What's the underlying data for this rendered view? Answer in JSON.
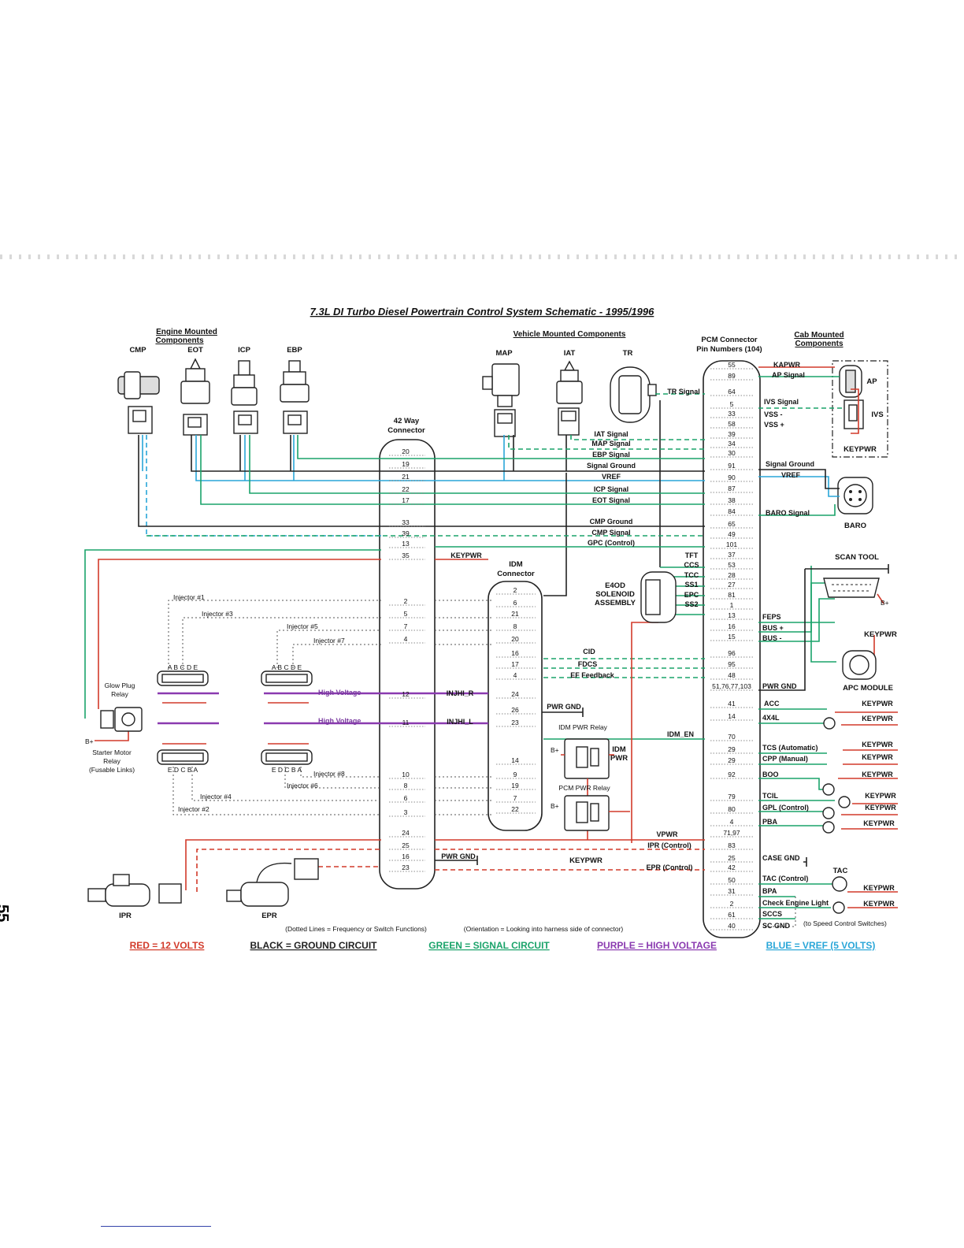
{
  "title": "7.3L DI Turbo Diesel Powertrain Control System Schematic - 1995/1996",
  "headers": {
    "engine": "Engine Mounted Components",
    "vehicle": "Vehicle Mounted Components",
    "pcm": "PCM Connector Pin Numbers (104)",
    "pcm_l1": "PCM Connector",
    "pcm_l2": "Pin Numbers (104)",
    "cab": "Cab Mounted Components",
    "cab_l1": "Cab Mounted",
    "cab_l2": "Components",
    "eng_l1": "Engine Mounted",
    "eng_l2": "Components",
    "way42_l1": "42 Way",
    "way42_l2": "Connector",
    "idm_l1": "IDM",
    "idm_l2": "Connector"
  },
  "components": {
    "cmp": "CMP",
    "eot": "EOT",
    "icp": "ICP",
    "ebp": "EBP",
    "map": "MAP",
    "iat": "IAT",
    "tr": "TR",
    "ap": "AP",
    "ivs": "IVS",
    "keypwr_cab": "KEYPWR",
    "baro": "BARO",
    "scan_tool": "SCAN TOOL",
    "apc_module": "APC MODULE",
    "e4od_l1": "E4OD",
    "e4od_l2": "SOLENOID",
    "e4od_l3": "ASSEMBLY",
    "glow_l1": "Glow Plug",
    "glow_l2": "Relay",
    "starter_l1": "Starter Motor",
    "starter_l2": "Relay",
    "starter_l3": "(Fusable Links)",
    "bplus": "B+",
    "ipr": "IPR",
    "epr": "EPR",
    "idm_pwr_relay": "IDM PWR Relay",
    "pcm_pwr_relay": "PCM PWR Relay",
    "idm_pwr_l1": "IDM",
    "idm_pwr_l2": "PWR",
    "tac": "TAC",
    "abc": "A B C D E",
    "edc": "E D C B A"
  },
  "injectors": [
    "Injector #1",
    "Injector #3",
    "Injector #5",
    "Injector #7",
    "Injector #8",
    "Injector #6",
    "Injector #4",
    "Injector #2"
  ],
  "high_voltage": "High Voltage",
  "way42_pins": [
    "20",
    "19",
    "21",
    "22",
    "17",
    "33",
    "39",
    "13",
    "35",
    "2",
    "5",
    "7",
    "4",
    "12",
    "11",
    "10",
    "8",
    "6",
    "3",
    "24",
    "25",
    "16",
    "23"
  ],
  "idm_pins": [
    "2",
    "6",
    "21",
    "8",
    "20",
    "16",
    "17",
    "4",
    "24",
    "26",
    "23",
    "14",
    "9",
    "19",
    "7",
    "22"
  ],
  "pcm_pins": [
    "55",
    "89",
    "64",
    "5",
    "33",
    "58",
    "39",
    "34",
    "30",
    "91",
    "90",
    "87",
    "38",
    "84",
    "65",
    "49",
    "101",
    "37",
    "53",
    "28",
    "27",
    "81",
    "1",
    "13",
    "16",
    "15",
    "96",
    "95",
    "48",
    "51,76,77,103",
    "41",
    "14",
    "70",
    "29",
    "29",
    "92",
    "79",
    "80",
    "4",
    "71,97",
    "83",
    "25",
    "42",
    "50",
    "31",
    "2",
    "61",
    "40"
  ],
  "signals_mid": {
    "tr_signal": "TR Signal",
    "iat_signal": "IAT Signal",
    "map_signal": "MAP Signal",
    "ebp_signal": "EBP Signal",
    "signal_ground": "Signal Ground",
    "vref": "VREF",
    "icp_signal": "ICP Signal",
    "eot_signal": "EOT Signal",
    "cmp_ground": "CMP Ground",
    "cmp_signal": "CMP Signal",
    "gpc": "GPC (Control)",
    "keypwr": "KEYPWR",
    "tft": "TFT",
    "ccs": "CCS",
    "tcc": "TCC",
    "ss1": "SS1",
    "epc": "EPC",
    "ss2": "SS2",
    "cid": "CID",
    "fdcs": "FDCS",
    "ef_feedback": "EF Feedback",
    "injhi_r": "INJHI_R",
    "injhi_l": "INJHI_L",
    "pwr_gnd": "PWR GND",
    "idm_en": "IDM_EN",
    "vpwr": "VPWR",
    "ipr_control": "IPR (Control)",
    "epr_control": "EPR (Control)",
    "keypwr_relay": "KEYPWR",
    "pwr_gnd2": "PWR GND"
  },
  "signals_right": {
    "kapwr": "KAPWR",
    "ap_signal": "AP Signal",
    "ivs_signal": "IVS Signal",
    "vss_minus": "VSS -",
    "vss_plus": "VSS +",
    "signal_ground": "Signal Ground",
    "vref": "VREF",
    "baro_signal": "BARO Signal",
    "feps": "FEPS",
    "bus_plus": "BUS +",
    "bus_minus": "BUS -",
    "pwr_gnd": "PWR GND",
    "acc": "ACC",
    "4x4l": "4X4L",
    "tcs": "TCS (Automatic)",
    "cpp": "CPP (Manual)",
    "boo": "BOO",
    "tcil": "TCIL",
    "gpl": "GPL (Control)",
    "pba": "PBA",
    "case_gnd": "CASE GND",
    "tac_control": "TAC (Control)",
    "bpa": "BPA",
    "cel": "Check Engine Light",
    "sccs": "SCCS",
    "sc_gnd": "SC GND",
    "speed_control": "(to Speed Control Switches)",
    "keypwr": "KEYPWR"
  },
  "notes": {
    "dotted": "(Dotted Lines = Frequency or Switch Functions)",
    "orientation": "(Orientation = Looking into harness side of connector)"
  },
  "legend": {
    "red": "RED = 12 VOLTS",
    "black": "BLACK = GROUND CIRCUIT",
    "green": "GREEN = SIGNAL CIRCUIT",
    "purple": "PURPLE = HIGH VOLTAGE",
    "blue": "BLUE = VREF (5 VOLTS)"
  },
  "colors": {
    "red": "#d23a2a",
    "black": "#222222",
    "green": "#1aa36a",
    "purple": "#8a3ab0",
    "blue": "#29a6d8"
  },
  "page_number": "55"
}
